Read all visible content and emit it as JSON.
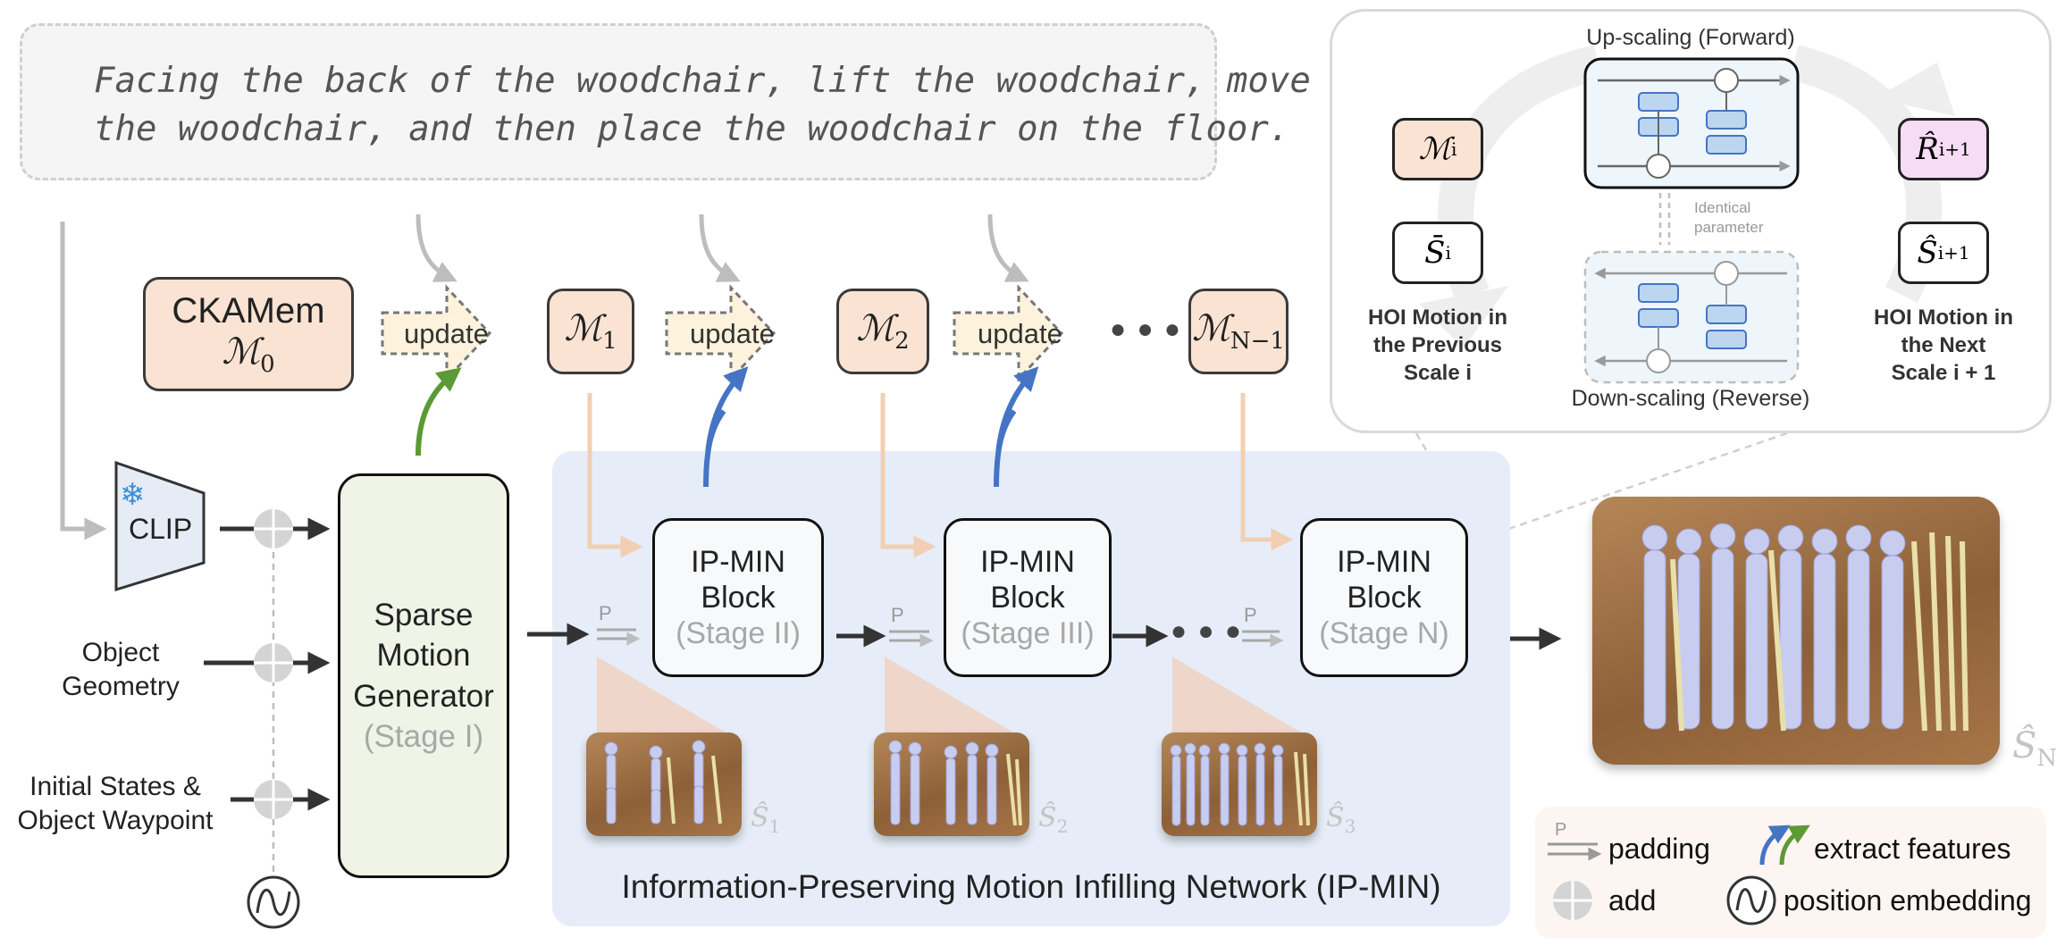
{
  "prompt": {
    "line1": "Facing the back of the woodchair, lift the woodchair, move",
    "line2": "the woodchair, and then place the woodchair on the floor."
  },
  "memory": {
    "ckamem_title": "CKAMem",
    "m0": {
      "base": "ℳ",
      "sub": "0"
    },
    "m1": {
      "base": "ℳ",
      "sub": "1"
    },
    "m2": {
      "base": "ℳ",
      "sub": "2"
    },
    "mN1": {
      "base": "ℳ",
      "sub": "N−1"
    },
    "update_label": "update",
    "ellipsis": "● ● ●"
  },
  "inputs": {
    "clip_label": "CLIP",
    "snowflake": "❄",
    "object_geometry": [
      "Object",
      "Geometry"
    ],
    "initial_states": [
      "Initial States &",
      "Object Waypoint"
    ]
  },
  "generator": {
    "lines": [
      "Sparse",
      "Motion",
      "Generator"
    ],
    "stage": "(Stage I)"
  },
  "ipmin": {
    "block_title_1": "IP-MIN",
    "block_title_2": "Block",
    "stages": [
      "(Stage II)",
      "(Stage III)",
      "(Stage N)"
    ],
    "panel_title": "Information-Preserving Motion Infilling Network (IP-MIN)",
    "pad_letter": "P",
    "ellipsis": "● ● ●"
  },
  "outputs": {
    "s1": {
      "base": "Ŝ",
      "sub": "1"
    },
    "s2": {
      "base": "Ŝ",
      "sub": "2"
    },
    "s3": {
      "base": "Ŝ",
      "sub": "3"
    },
    "sN": {
      "base": "Ŝ",
      "sub": "N"
    }
  },
  "inset": {
    "up_title": "Up-scaling (Forward)",
    "down_title": "Down-scaling (Reverse)",
    "identical": [
      "Identical",
      "parameter"
    ],
    "mi": {
      "base": "ℳ",
      "sub": "i"
    },
    "si": {
      "base": "S̄",
      "sub": "i"
    },
    "ri1": {
      "base": "R̂",
      "sub": "i+1"
    },
    "si1": {
      "base": "Ŝ",
      "sub": "i+1"
    },
    "left_caption": [
      "HOI Motion in",
      "the Previous",
      "Scale i"
    ],
    "right_caption": [
      "HOI Motion in",
      "the Next",
      "Scale i + 1"
    ]
  },
  "legend": {
    "padding": "padding",
    "extract": "extract features",
    "add": "add",
    "position": "position embedding",
    "pad_letter": "P"
  },
  "colors": {
    "memory_fill": "#fbe3d3",
    "update_fill": "#fdf2dc",
    "panel_fill": "#e6edf8",
    "generator_fill": "#f0f4e6",
    "highlight_pink": "#f7dcf5",
    "blue_arrow": "#4574c4",
    "green_arrow": "#5b9a34",
    "orange_arrow": "#f2cfb2",
    "gray_arrow": "#bdbdbd"
  }
}
